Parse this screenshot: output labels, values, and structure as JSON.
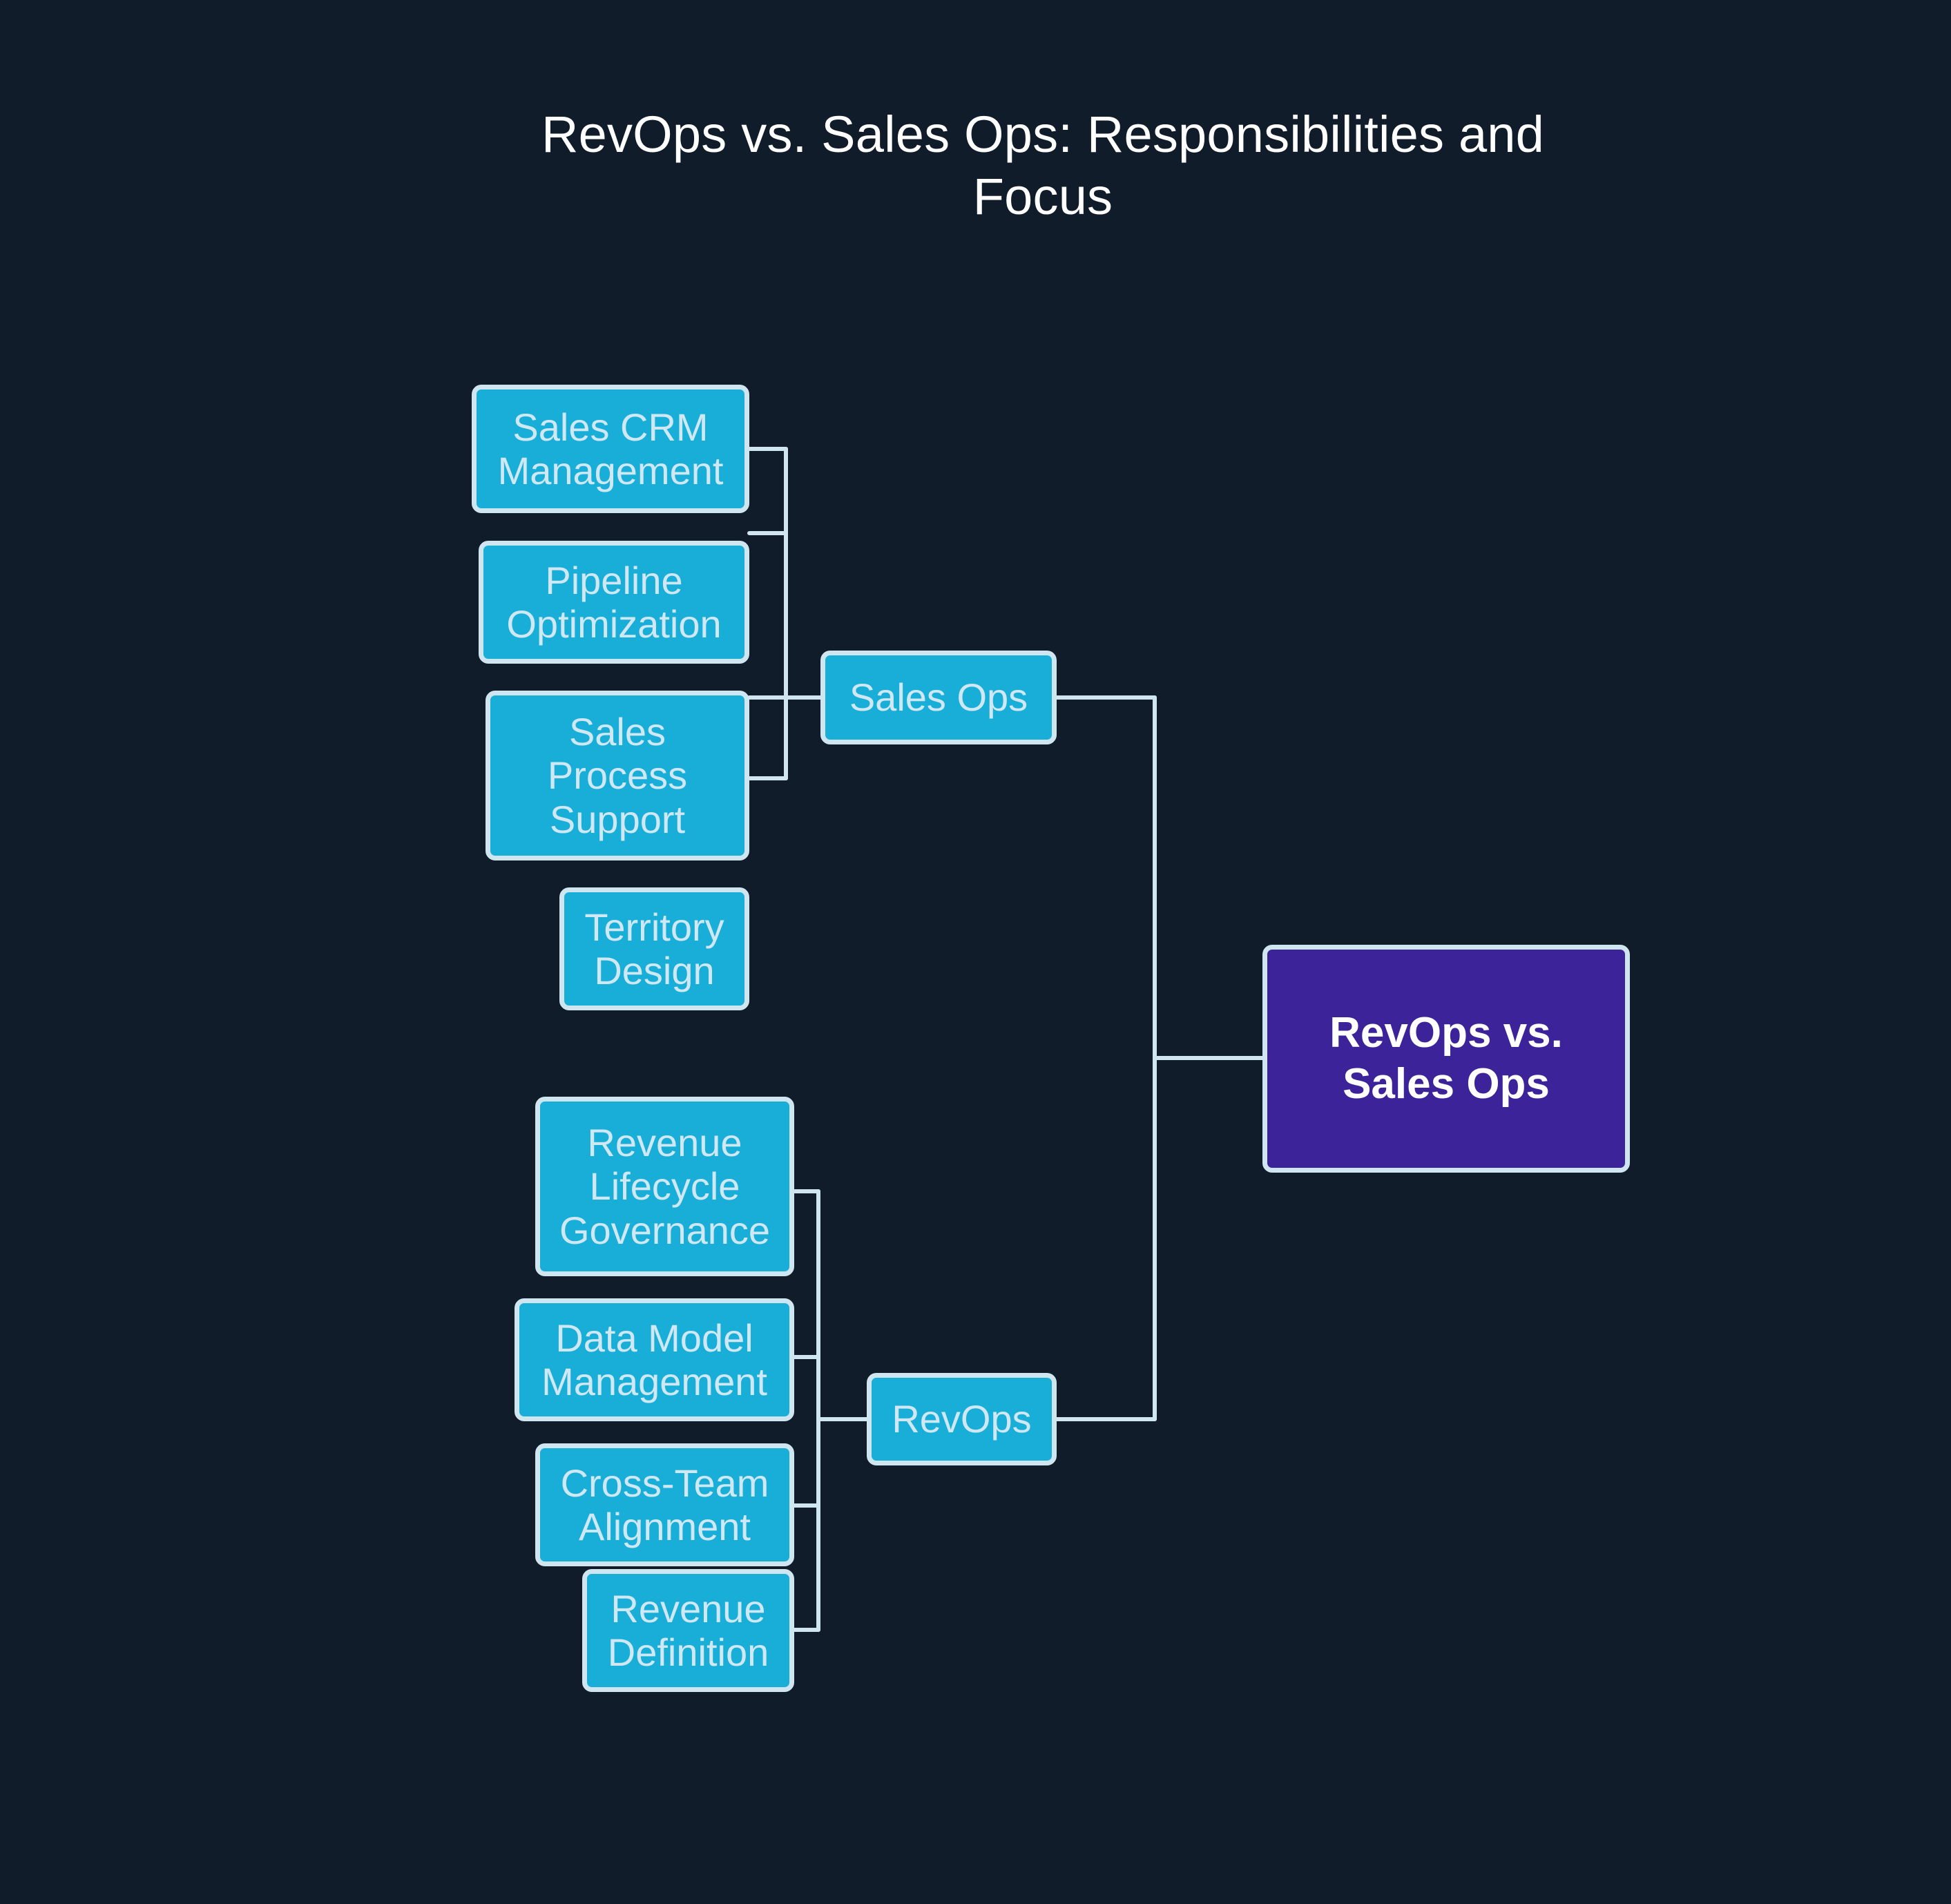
{
  "page": {
    "title": "RevOps vs. Sales Ops: Responsibilities and\nFocus",
    "background_color": "#111c2b"
  },
  "colors": {
    "background": "#111c2b",
    "leaf_fill": "#19aed8",
    "leaf_text": "#cfe8f4",
    "node_border": "#cfe5ef",
    "root_fill": "#3d2399",
    "root_text": "#ffffff",
    "connector": "#cfe5ef"
  },
  "diagram": {
    "type": "mindmap",
    "orientation": "right-to-left",
    "root": {
      "label": "RevOps vs.\nSales Ops"
    },
    "branches": [
      {
        "label": "Sales Ops",
        "children": [
          {
            "label": "Sales CRM\nManagement"
          },
          {
            "label": "Pipeline\nOptimization"
          },
          {
            "label": "Sales\nProcess\nSupport"
          },
          {
            "label": "Territory\nDesign"
          }
        ]
      },
      {
        "label": "RevOps",
        "children": [
          {
            "label": "Revenue\nLifecycle\nGovernance"
          },
          {
            "label": "Data Model\nManagement"
          },
          {
            "label": "Cross-Team\nAlignment"
          },
          {
            "label": "Revenue\nDefinition"
          }
        ]
      }
    ]
  }
}
